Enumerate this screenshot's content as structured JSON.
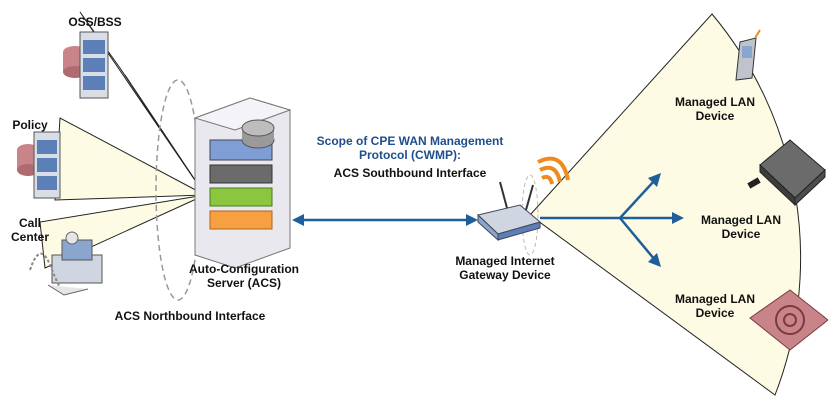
{
  "labels": {
    "oss_bss": "OSS/BSS",
    "policy": "Policy",
    "call_center": "Call\nCenter",
    "acs": "Auto-Configuration\nServer (ACS)",
    "northbound": "ACS Northbound Interface",
    "cwmp_scope": "Scope of CPE WAN Management\nProtocol (CWMP):",
    "southbound": "ACS Southbound Interface",
    "gateway": "Managed Internet\nGateway Device",
    "lan_device_1": "Managed LAN\nDevice",
    "lan_device_2": "Managed LAN\nDevice",
    "lan_device_3": "Managed LAN\nDevice"
  },
  "colors": {
    "fan_fill": "#fdfbe3",
    "fan_stroke": "#222222",
    "arrow_blue": "#1f5f99",
    "cwmp_blue": "#1f4e8c",
    "wifi_orange": "#f08a1c",
    "server_blue": "#7f9ed6",
    "server_gray": "#6b6b6b",
    "server_green": "#8cc63f",
    "server_orange": "#f7a041",
    "db_red": "#c9848a",
    "db_blue": "#5c7fb8"
  },
  "icons": [
    "server-icon",
    "database-icon",
    "call-center-icon",
    "router-icon",
    "wifi-signal-icon",
    "mobile-phone-icon",
    "set-top-box-icon",
    "lan-device-icon"
  ]
}
